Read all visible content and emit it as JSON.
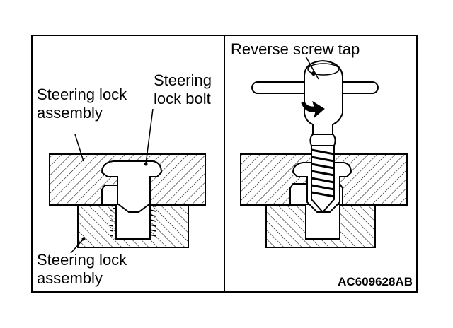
{
  "left_panel": {
    "label_lock_assembly_top": [
      "Steering lock",
      "assembly"
    ],
    "label_lock_bolt": [
      "Steering",
      "lock bolt"
    ],
    "label_lock_assembly_bottom": [
      "Steering lock",
      "assembly"
    ]
  },
  "right_panel": {
    "label_tool": "Reverse screw tap"
  },
  "figure_code": "AC609628AB"
}
